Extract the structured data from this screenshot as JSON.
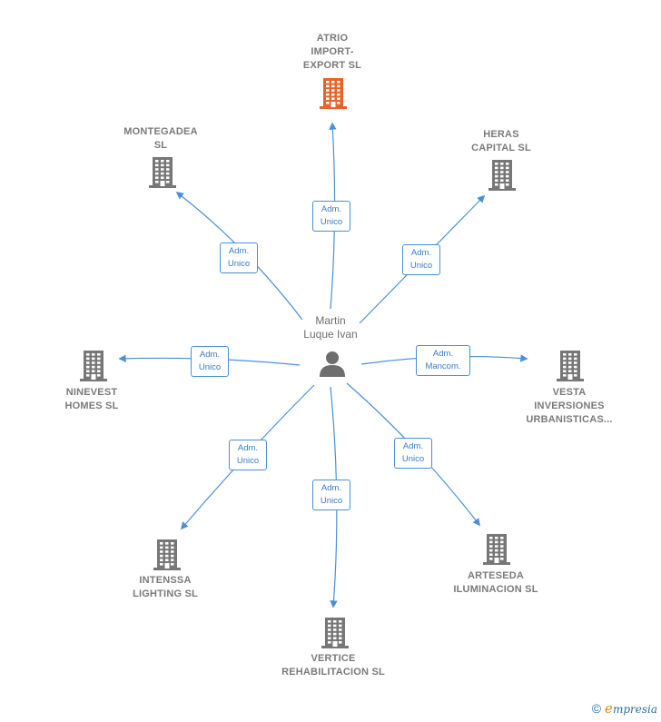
{
  "colors": {
    "edge": "#4a90d9",
    "building_default": "#777777",
    "building_highlight": "#e8622c",
    "person": "#6e6e6e"
  },
  "center": {
    "name": "Martin\nLuque Ivan",
    "icon": "person-icon"
  },
  "nodes": [
    {
      "id": "atrio",
      "label": "ATRIO\nIMPORT-\nEXPORT  SL",
      "icon": "building-icon",
      "highlight": true,
      "relation": "Adm.\nUnico"
    },
    {
      "id": "heras",
      "label": "HERAS\nCAPITAL  SL",
      "icon": "building-icon",
      "highlight": false,
      "relation": "Adm.\nUnico"
    },
    {
      "id": "vesta",
      "label": "VESTA\nINVERSIONES\nURBANISTICAS...",
      "icon": "building-icon",
      "highlight": false,
      "relation": "Adm.\nMancom."
    },
    {
      "id": "arteseda",
      "label": "ARTESEDA\nILUMINACION SL",
      "icon": "building-icon",
      "highlight": false,
      "relation": "Adm.\nUnico"
    },
    {
      "id": "vertice",
      "label": "VERTICE\nREHABILITACION SL",
      "icon": "building-icon",
      "highlight": false,
      "relation": "Adm.\nUnico"
    },
    {
      "id": "intenssa",
      "label": "INTENSSA\nLIGHTING  SL",
      "icon": "building-icon",
      "highlight": false,
      "relation": "Adm.\nUnico"
    },
    {
      "id": "ninevest",
      "label": "NINEVEST\nHOMES  SL",
      "icon": "building-icon",
      "highlight": false,
      "relation": "Adm.\nUnico"
    },
    {
      "id": "montegadea",
      "label": "MONTEGADEA\nSL",
      "icon": "building-icon",
      "highlight": false,
      "relation": "Adm.\nUnico"
    }
  ],
  "footer": {
    "copyright": "©",
    "brand_initial": "e",
    "brand_rest": "mpresia"
  }
}
